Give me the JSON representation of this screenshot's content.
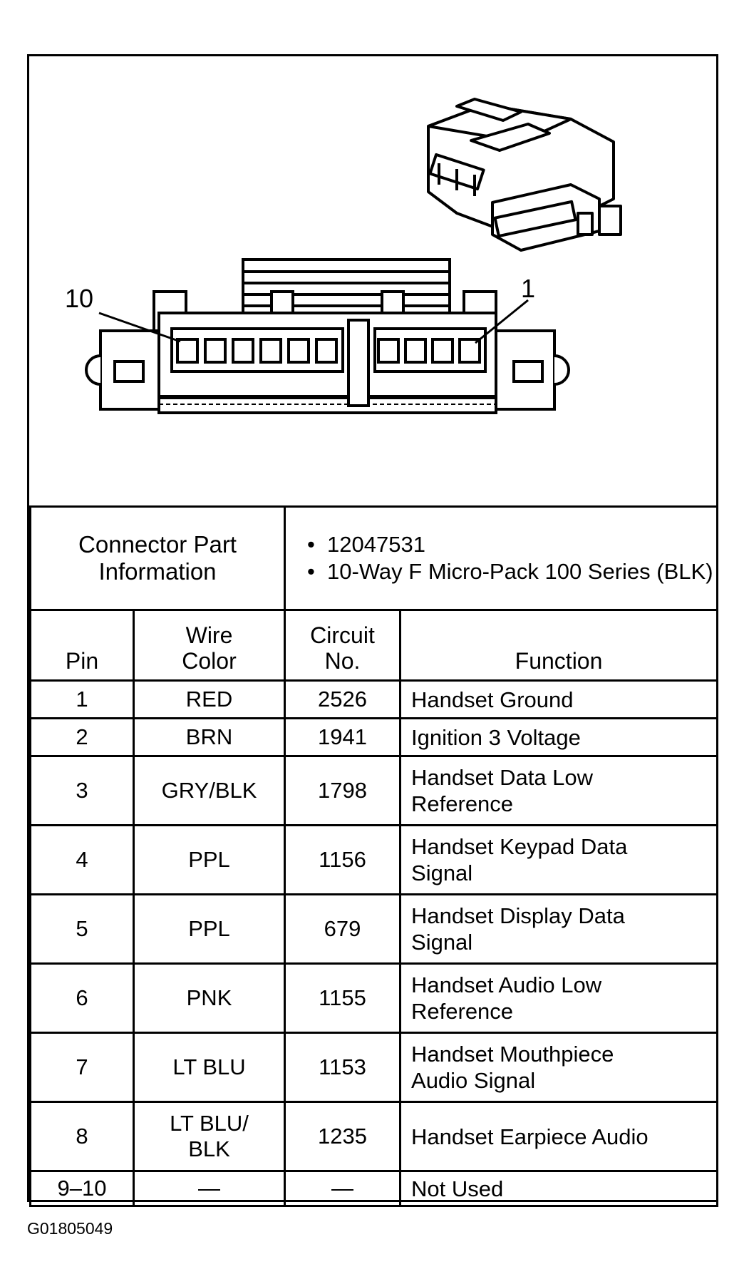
{
  "diagram": {
    "callout_left": "10",
    "callout_right": "1"
  },
  "connector_info": {
    "label": "Connector Part Information",
    "items": [
      "12047531",
      "10-Way F Micro-Pack 100 Series (BLK)"
    ]
  },
  "table": {
    "headers": {
      "pin": "Pin",
      "wire_color": "Wire Color",
      "circuit_no": "Circuit No.",
      "function": "Function"
    },
    "rows": [
      {
        "pin": "1",
        "wire": "RED",
        "circuit": "2526",
        "function": "Handset Ground"
      },
      {
        "pin": "2",
        "wire": "BRN",
        "circuit": "1941",
        "function": "Ignition 3 Voltage"
      },
      {
        "pin": "3",
        "wire": "GRY/BLK",
        "circuit": "1798",
        "function": "Handset Data Low Reference"
      },
      {
        "pin": "4",
        "wire": "PPL",
        "circuit": "1156",
        "function": "Handset Keypad Data Signal"
      },
      {
        "pin": "5",
        "wire": "PPL",
        "circuit": "679",
        "function": "Handset Display Data Signal"
      },
      {
        "pin": "6",
        "wire": "PNK",
        "circuit": "1155",
        "function": "Handset Audio Low Reference"
      },
      {
        "pin": "7",
        "wire": "LT BLU",
        "circuit": "1153",
        "function": "Handset Mouthpiece Audio Signal"
      },
      {
        "pin": "8",
        "wire": "LT BLU/ BLK",
        "circuit": "1235",
        "function": "Handset Earpiece Audio"
      },
      {
        "pin": "9–10",
        "wire": "—",
        "circuit": "—",
        "function": "Not Used"
      }
    ]
  },
  "document_id": "G01805049"
}
